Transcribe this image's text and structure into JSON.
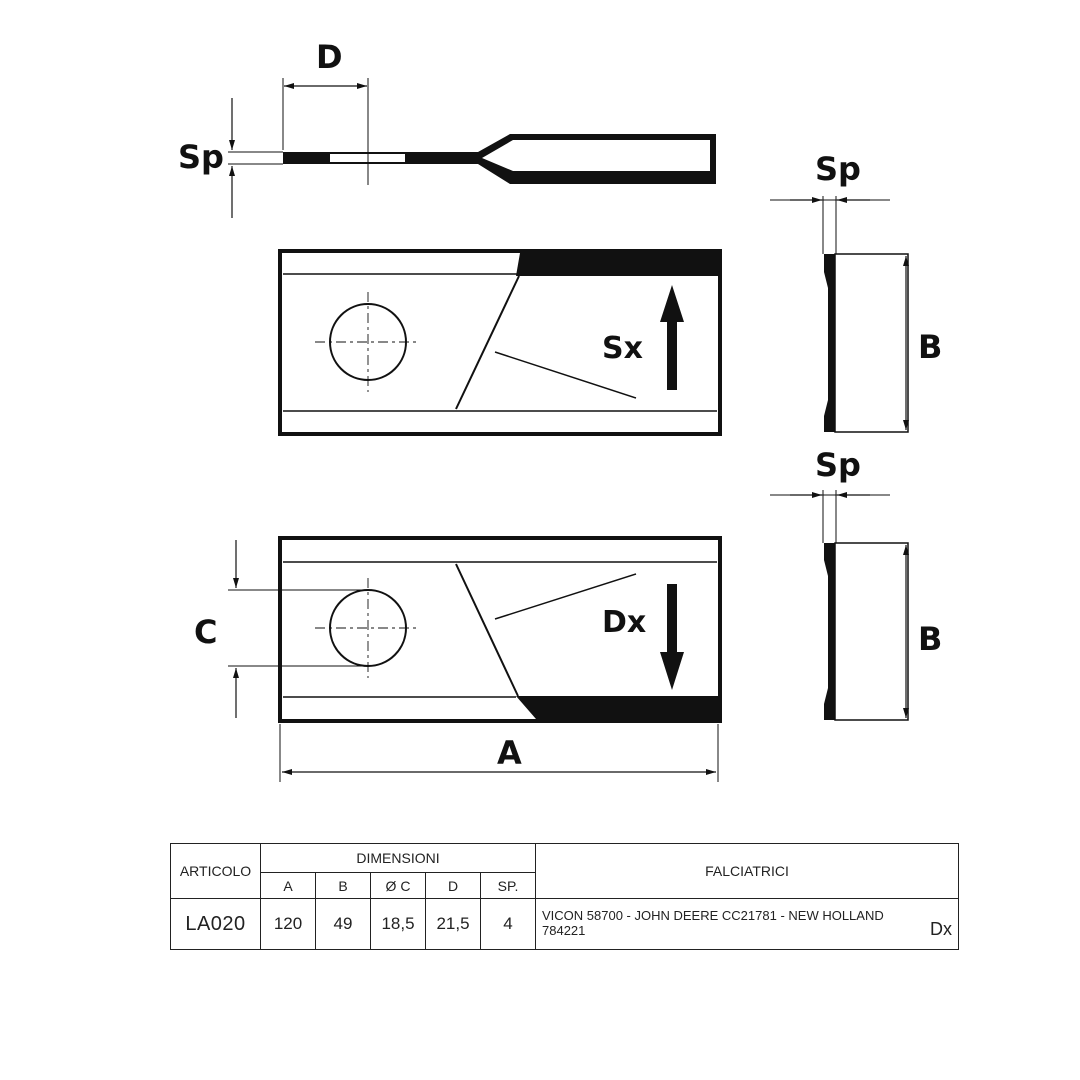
{
  "drawing": {
    "labels": {
      "sp": "Sp",
      "d": "D",
      "a": "A",
      "b": "B",
      "c": "C",
      "sx": "Sx",
      "dx": "Dx"
    },
    "colors": {
      "line": "#111111",
      "background": "#ffffff"
    }
  },
  "table": {
    "col_article": "ARTICOLO",
    "col_dimensions": "DIMENSIONI",
    "col_mowers": "FALCIATRICI",
    "dim_headers": [
      "A",
      "B",
      "Ø C",
      "D",
      "SP."
    ],
    "row": {
      "article": "LA020",
      "values": [
        "120",
        "49",
        "18,5",
        "21,5",
        "4"
      ],
      "mowers": "VICON 58700 - JOHN DEERE CC21781 - NEW HOLLAND 784221",
      "direction": "Dx"
    }
  }
}
